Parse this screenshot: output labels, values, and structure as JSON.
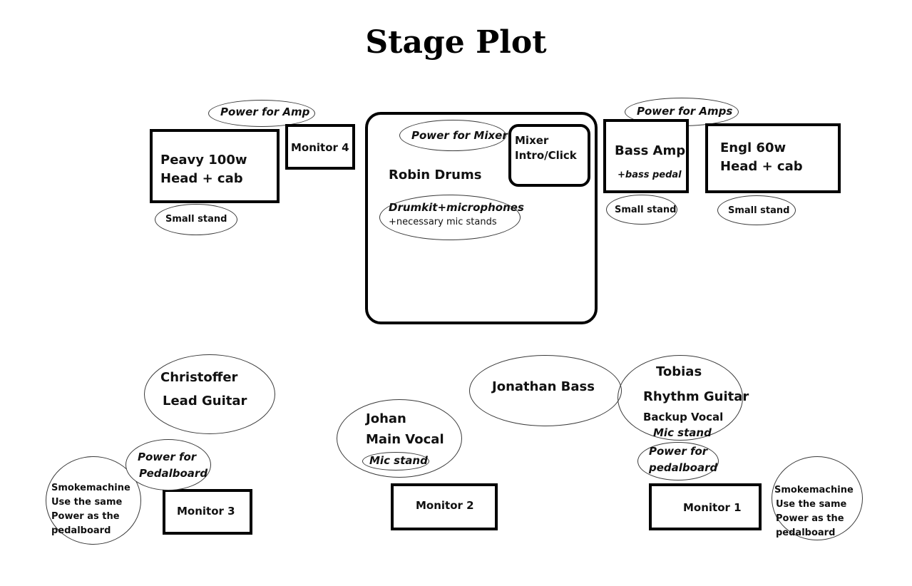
{
  "title": "Stage Plot",
  "power": {
    "amp": "Power for Amp",
    "amps": "Power for Amps",
    "mixer": "Power for Mixer",
    "pedalboard_left": [
      "Power for",
      "Pedalboard"
    ],
    "pedalboard_right": [
      "Power for",
      "pedalboard"
    ]
  },
  "amps": {
    "peavy": [
      "Peavy 100w",
      "Head + cab"
    ],
    "bass_amp": "Bass Amp",
    "bass_pedal": "+bass pedal",
    "engl": [
      "Engl 60w",
      "Head + cab"
    ]
  },
  "stands": {
    "small_stand": "Small stand"
  },
  "drums": {
    "name": "Robin Drums",
    "kit": "Drumkit+microphones",
    "stands": "+necessary mic stands"
  },
  "mixer": [
    "Mixer",
    "Intro/Click"
  ],
  "monitors": {
    "m1": "Monitor 1",
    "m2": "Monitor 2",
    "m3": "Monitor 3",
    "m4": "Monitor 4"
  },
  "players": {
    "christoffer": [
      "Christoffer",
      "Lead Guitar"
    ],
    "jonathan": "Jonathan Bass",
    "tobias": [
      "Tobias",
      "Rhythm Guitar",
      "Backup Vocal",
      "Mic stand"
    ],
    "johan": [
      "Johan",
      "Main Vocal",
      "Mic stand"
    ]
  },
  "smokemachine": [
    "Smokemachine",
    "Use the same",
    "Power as the",
    "pedalboard"
  ]
}
